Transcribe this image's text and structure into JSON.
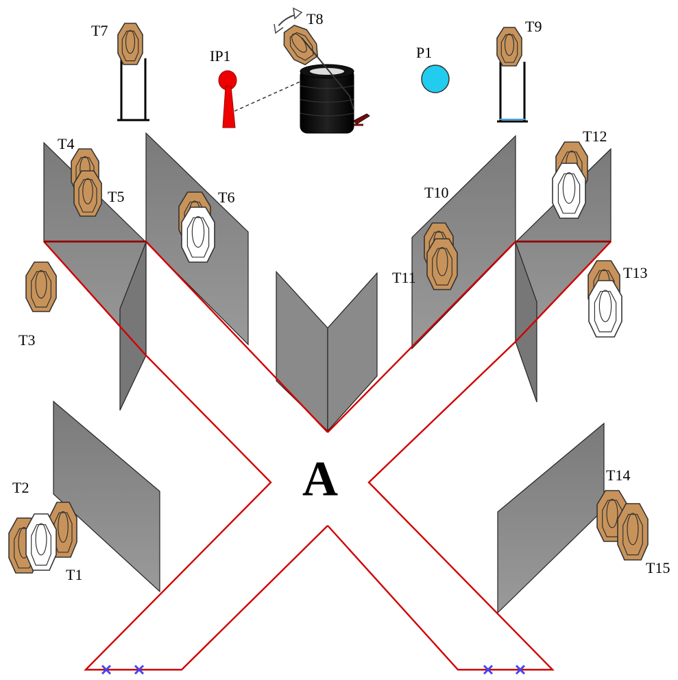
{
  "stage": {
    "label": "A"
  },
  "targets": [
    {
      "id": "T1",
      "label": "T1",
      "type": "paper"
    },
    {
      "id": "T2",
      "label": "T2",
      "type": "no-shoot"
    },
    {
      "id": "T3",
      "label": "T3",
      "type": "paper"
    },
    {
      "id": "T4",
      "label": "T4",
      "type": "paper"
    },
    {
      "id": "T5",
      "label": "T5",
      "type": "paper"
    },
    {
      "id": "T6",
      "label": "T6",
      "type": "no-shoot"
    },
    {
      "id": "T7",
      "label": "T7",
      "type": "paper"
    },
    {
      "id": "T8",
      "label": "T8",
      "type": "swinger"
    },
    {
      "id": "T9",
      "label": "T9",
      "type": "paper"
    },
    {
      "id": "T10",
      "label": "T10",
      "type": "paper"
    },
    {
      "id": "T11",
      "label": "T11",
      "type": "paper"
    },
    {
      "id": "T12",
      "label": "T12",
      "type": "no-shoot"
    },
    {
      "id": "T13",
      "label": "T13",
      "type": "no-shoot"
    },
    {
      "id": "T14",
      "label": "T14",
      "type": "paper"
    },
    {
      "id": "T15",
      "label": "T15",
      "type": "paper"
    }
  ],
  "props": {
    "activator": {
      "label": "IP1",
      "color": "#ee0000"
    },
    "popper": {
      "label": "P1",
      "color": "#22ccee"
    }
  },
  "colors": {
    "target_fill": "#c8935a",
    "no_shoot_fill": "#ffffff",
    "wall_fill": "#8a8a8a",
    "fault_line": "#d00000",
    "start_marker": "#4444ee"
  }
}
